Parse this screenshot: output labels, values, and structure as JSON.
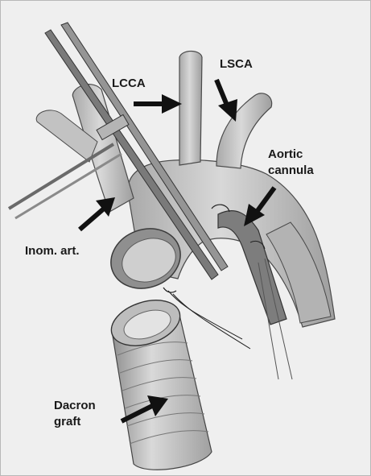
{
  "colors": {
    "background": "#efefef",
    "vessel": "#c9c9c9",
    "vessel_shadow": "#9c9c9c",
    "outline": "#4a4a4a",
    "arrow": "#111111",
    "text": "#1a1a1a"
  },
  "labels": {
    "lcca": "LCCA",
    "lsca": "LSCA",
    "aortic_cannula_line1": "Aortic",
    "aortic_cannula_line2": "cannula",
    "inom_art": "Inom. art.",
    "dacron_graft_line1": "Dacron",
    "dacron_graft_line2": "graft"
  }
}
